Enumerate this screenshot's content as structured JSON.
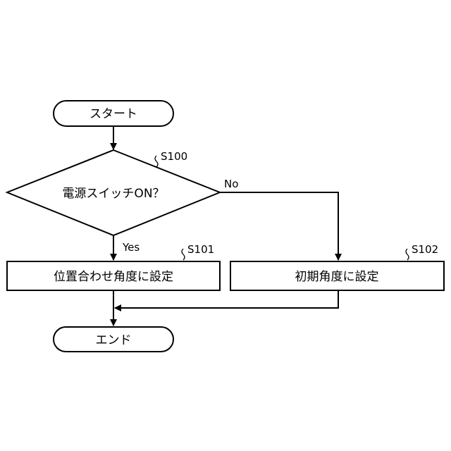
{
  "flowchart": {
    "start": "スタート",
    "decision": "電源スイッチON？",
    "decision_step": "S100",
    "yes_label": "Yes",
    "no_label": "No",
    "left_process": "位置合わせ角度に設定",
    "left_step": "S101",
    "right_process": "初期角度に設定",
    "right_step": "S102",
    "end": "エンド"
  }
}
